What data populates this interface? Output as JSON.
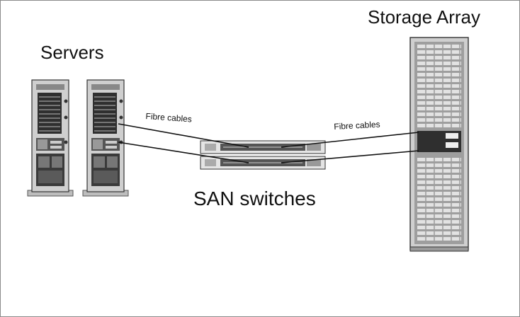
{
  "labels": {
    "servers": "Servers",
    "storage_array": "Storage Array",
    "san_switches": "SAN switches",
    "fibre_cables_left": "Fibre cables",
    "fibre_cables_right": "Fibre cables"
  },
  "colors": {
    "background": "#ffffff",
    "border": "#8a8a8a",
    "line": "#111111",
    "hardware_dark": "#3a3a3a",
    "hardware_mid": "#9a9a9a",
    "hardware_light": "#d6d6d6"
  }
}
